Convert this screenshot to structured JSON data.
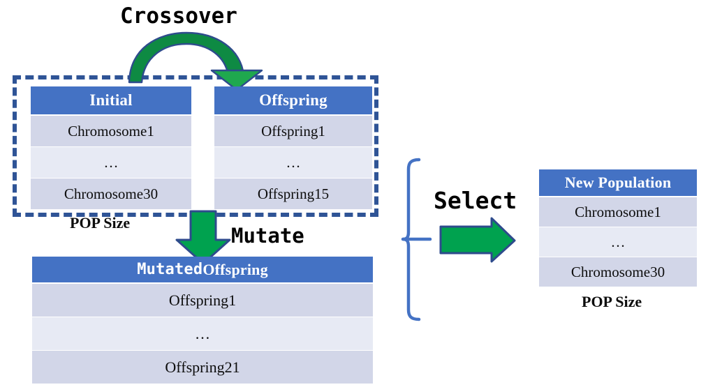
{
  "diagram": {
    "title_crossover": "Crossover",
    "title_mutate": "Mutate",
    "title_select": "Select",
    "pop_size_left": "POP Size",
    "pop_size_right": "POP Size",
    "colors": {
      "header_blue": "#4472C4",
      "row_dark": "#D2D6E8",
      "row_light": "#E7EAF4",
      "arrow_green": "#00A24F",
      "arrow_outline": "#2E4B8C",
      "dashed_border": "#2F5496",
      "bracket_blue": "#4472C4",
      "text_black": "#0D0D0D"
    }
  },
  "tables": {
    "initial": {
      "header": "Initial",
      "rows": [
        "Chromosome1",
        "…",
        "Chromosome30"
      ]
    },
    "offspring": {
      "header": "Offspring",
      "rows": [
        "Offspring1",
        "…",
        "Offspring15"
      ]
    },
    "mutated_offspring": {
      "header_mono": "Mutated",
      "header_serif": " Offspring",
      "header_full": "Mutated Offspring",
      "rows": [
        "Offspring1",
        "…",
        "Offspring21"
      ]
    },
    "new_population": {
      "header": "New Population",
      "rows": [
        "Chromosome1",
        "…",
        "Chromosome30"
      ]
    }
  },
  "icons": {
    "crossover_arrow": "curved-arrow-icon",
    "mutate_arrow": "down-arrow-icon",
    "select_arrow": "right-arrow-icon",
    "bracket": "curly-bracket-icon"
  }
}
